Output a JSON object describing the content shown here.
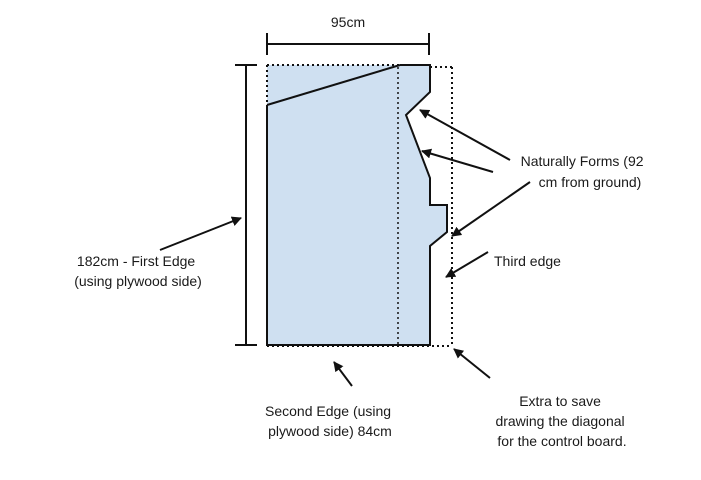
{
  "dimensions": {
    "width_label": "95cm"
  },
  "labels": {
    "first_edge": [
      "182cm - First Edge",
      "(using plywood side)"
    ],
    "second_edge": [
      "Second Edge (using",
      "plywood side) 84cm"
    ],
    "third_edge": [
      "Third edge"
    ],
    "naturally_forms": [
      "Naturally Forms (92",
      "cm from ground)"
    ],
    "extra": [
      "Extra to save",
      "drawing the diagonal",
      "for the control board."
    ]
  },
  "colors": {
    "panel_fill": "#cfe0f1",
    "line": "#111111"
  }
}
